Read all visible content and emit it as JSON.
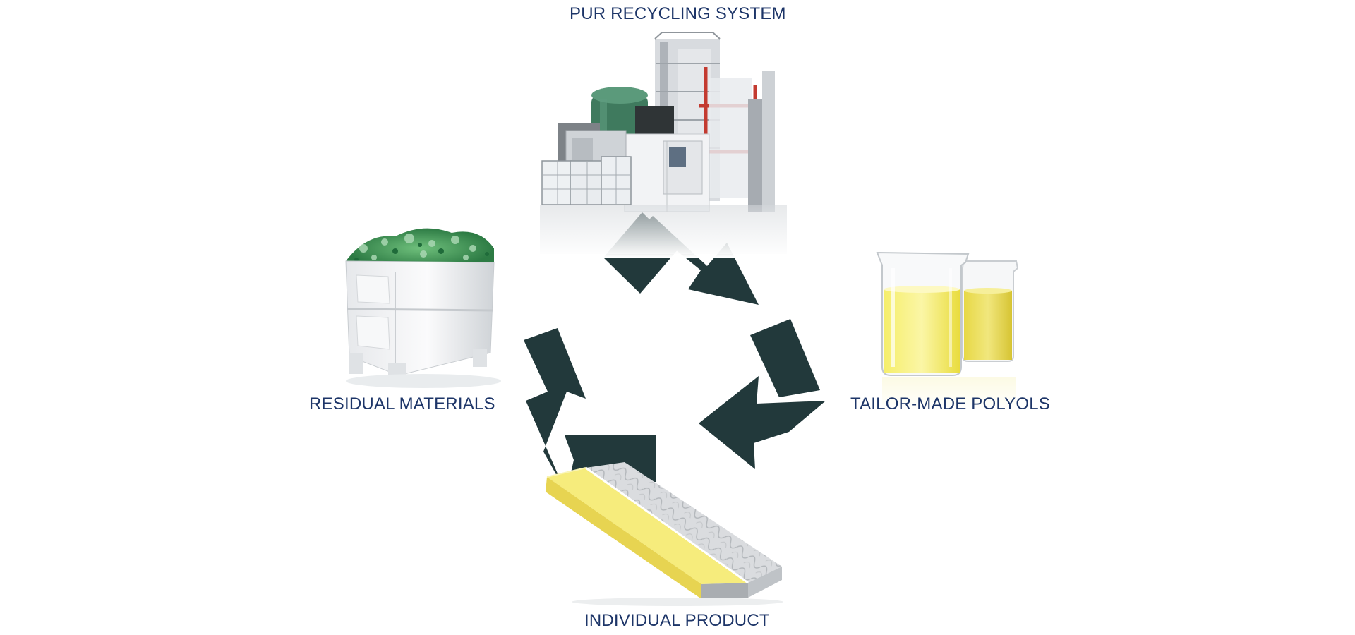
{
  "labels": {
    "top": "PUR RECYCLING SYSTEM",
    "left": "RESIDUAL MATERIALS",
    "right": "TAILOR-MADE POLYOLS",
    "bottom": "INDIVIDUAL PRODUCT"
  },
  "colors": {
    "arrow": "#22393b",
    "label": "#1d3568",
    "polyol": "#f2e64a",
    "foam": "#f6ec7c",
    "flakes": "#3f9a55"
  },
  "images": {
    "top": "recycling-plant-image",
    "left": "crate-of-shredded-material-image",
    "right": "beakers-of-polyol-image",
    "bottom": "mattress-image"
  }
}
